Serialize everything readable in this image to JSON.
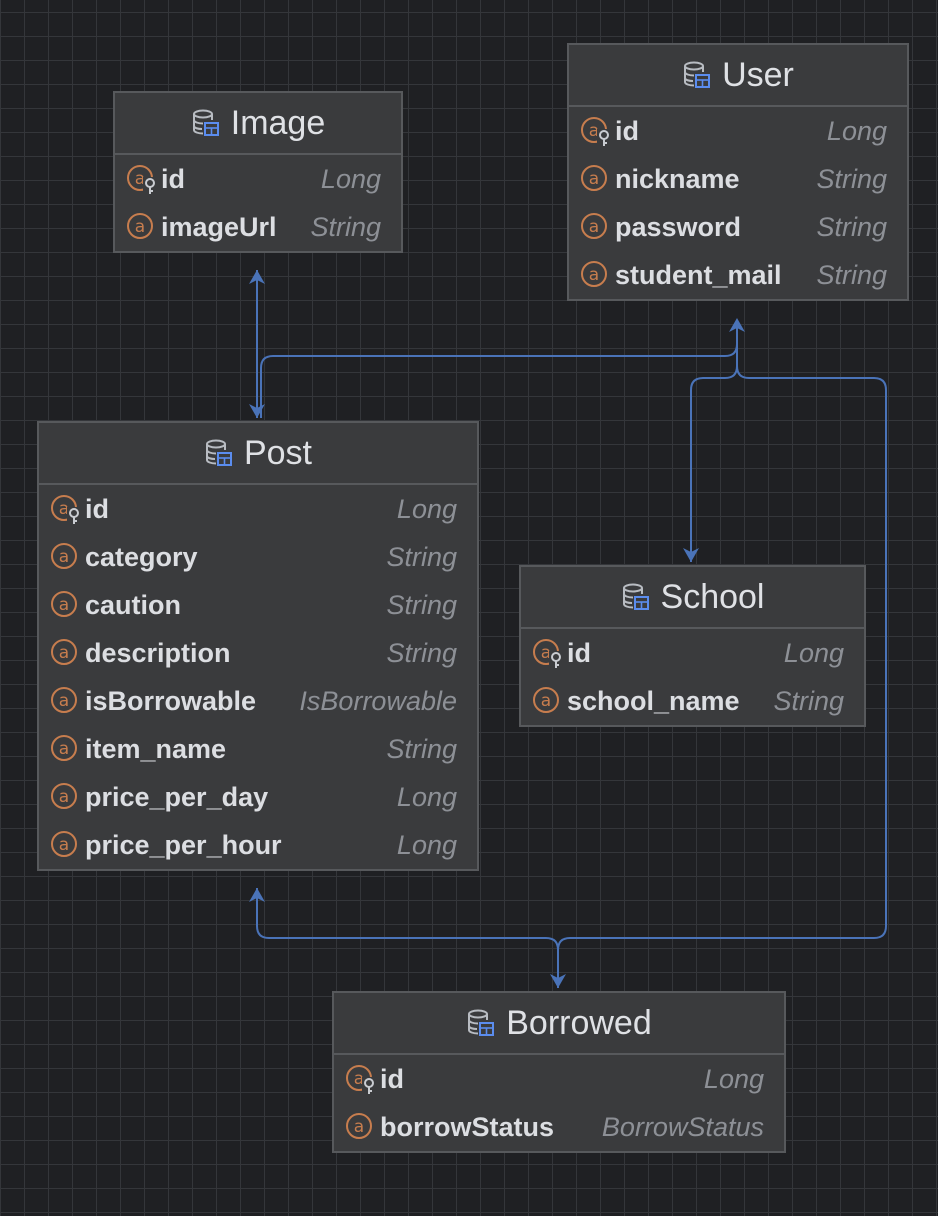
{
  "colors": {
    "background": "#1f2023",
    "table_fill": "#3a3b3d",
    "table_border": "#57595c",
    "edge": "#4a73b8",
    "field_icon": "#c77d4e",
    "db_icon": "#b8bcc2",
    "db_icon_accent": "#5b8def"
  },
  "tables": [
    {
      "id": "image",
      "name": "Image",
      "fields": [
        {
          "name": "id",
          "type": "Long",
          "key": true
        },
        {
          "name": "imageUrl",
          "type": "String",
          "key": false
        }
      ]
    },
    {
      "id": "user",
      "name": "User",
      "fields": [
        {
          "name": "id",
          "type": "Long",
          "key": true
        },
        {
          "name": "nickname",
          "type": "String",
          "key": false
        },
        {
          "name": "password",
          "type": "String",
          "key": false
        },
        {
          "name": "student_mail",
          "type": "String",
          "key": false
        }
      ]
    },
    {
      "id": "post",
      "name": "Post",
      "fields": [
        {
          "name": "id",
          "type": "Long",
          "key": true
        },
        {
          "name": "category",
          "type": "String",
          "key": false
        },
        {
          "name": "caution",
          "type": "String",
          "key": false
        },
        {
          "name": "description",
          "type": "String",
          "key": false
        },
        {
          "name": "isBorrowable",
          "type": "IsBorrowable",
          "key": false
        },
        {
          "name": "item_name",
          "type": "String",
          "key": false
        },
        {
          "name": "price_per_day",
          "type": "Long",
          "key": false
        },
        {
          "name": "price_per_hour",
          "type": "Long",
          "key": false
        }
      ]
    },
    {
      "id": "school",
      "name": "School",
      "fields": [
        {
          "name": "id",
          "type": "Long",
          "key": true
        },
        {
          "name": "school_name",
          "type": "String",
          "key": false
        }
      ]
    },
    {
      "id": "borrowed",
      "name": "Borrowed",
      "fields": [
        {
          "name": "id",
          "type": "Long",
          "key": true
        },
        {
          "name": "borrowStatus",
          "type": "BorrowStatus",
          "key": false
        }
      ]
    }
  ],
  "relations": [
    {
      "from": "image",
      "to": "post"
    },
    {
      "from": "post",
      "to": "user"
    },
    {
      "from": "user",
      "to": "school"
    },
    {
      "from": "post",
      "to": "borrowed"
    },
    {
      "from": "user",
      "to": "borrowed"
    }
  ]
}
